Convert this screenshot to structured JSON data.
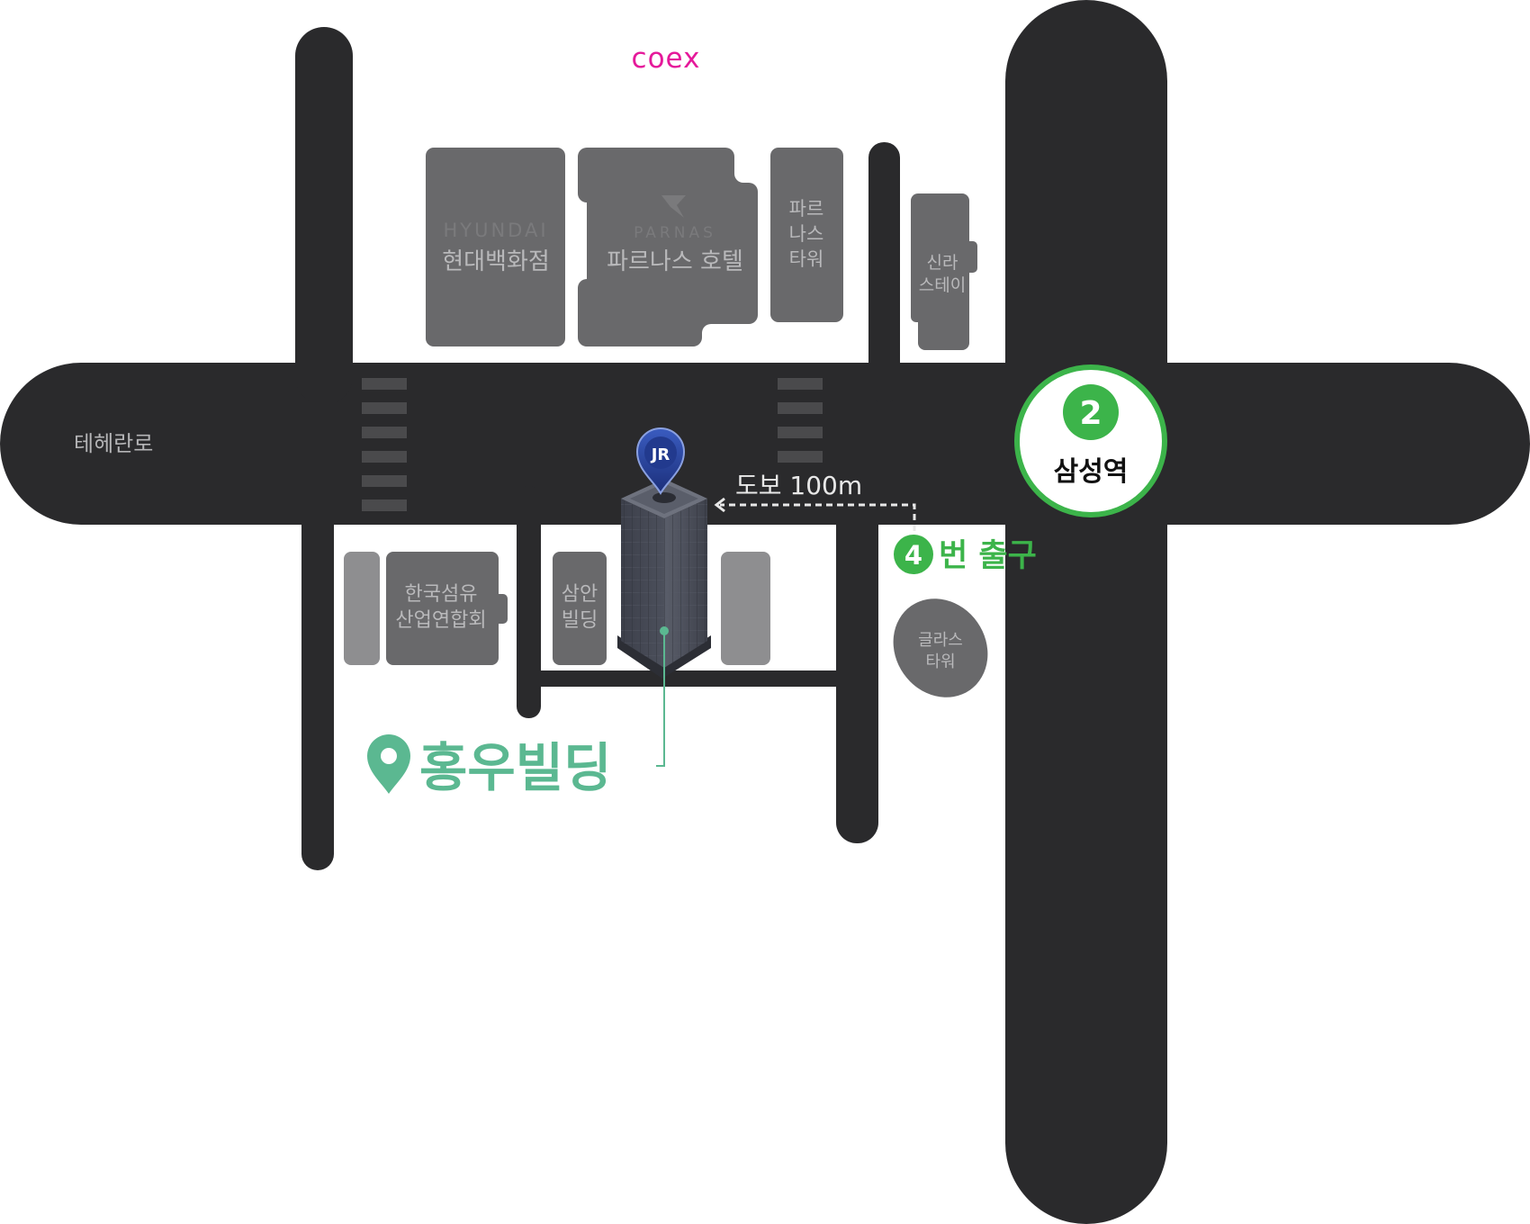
{
  "brand": {
    "logo_text": "coex",
    "color": "#e5199a"
  },
  "roads": {
    "main_road_label": "테헤란로"
  },
  "buildings": {
    "hyundai": {
      "logo_text": "HYUNDAI",
      "label": "현대백화점"
    },
    "parnas_hotel": {
      "logo_text": "PARNAS",
      "label": "파르나스 호텔"
    },
    "parnas_tower": {
      "lines": [
        "파르",
        "나스",
        "타워"
      ]
    },
    "shilla_stay": {
      "lines": [
        "신라",
        "스테이"
      ]
    },
    "textile": {
      "lines": [
        "한국섬유",
        "산업연합회"
      ]
    },
    "samahn": {
      "lines": [
        "삼안",
        "빌딩"
      ]
    },
    "glass_tower": {
      "lines": [
        "글라스",
        "타워"
      ]
    }
  },
  "station": {
    "line_number": "2",
    "name": "삼성역",
    "line_color": "#3cb44a"
  },
  "exit": {
    "number": "4",
    "label": "번 출구",
    "color": "#3cb44a"
  },
  "walk": {
    "label": "도보 100m"
  },
  "destination": {
    "name": "홍우빌딩",
    "pin_badge": "JR",
    "color": "#5bb891"
  },
  "colors": {
    "road": "#2a2a2c",
    "building_dark": "#69696b",
    "building_light": "#8e8e90",
    "building_text": "#b9b9bb",
    "road_text": "#b5b5b7"
  }
}
